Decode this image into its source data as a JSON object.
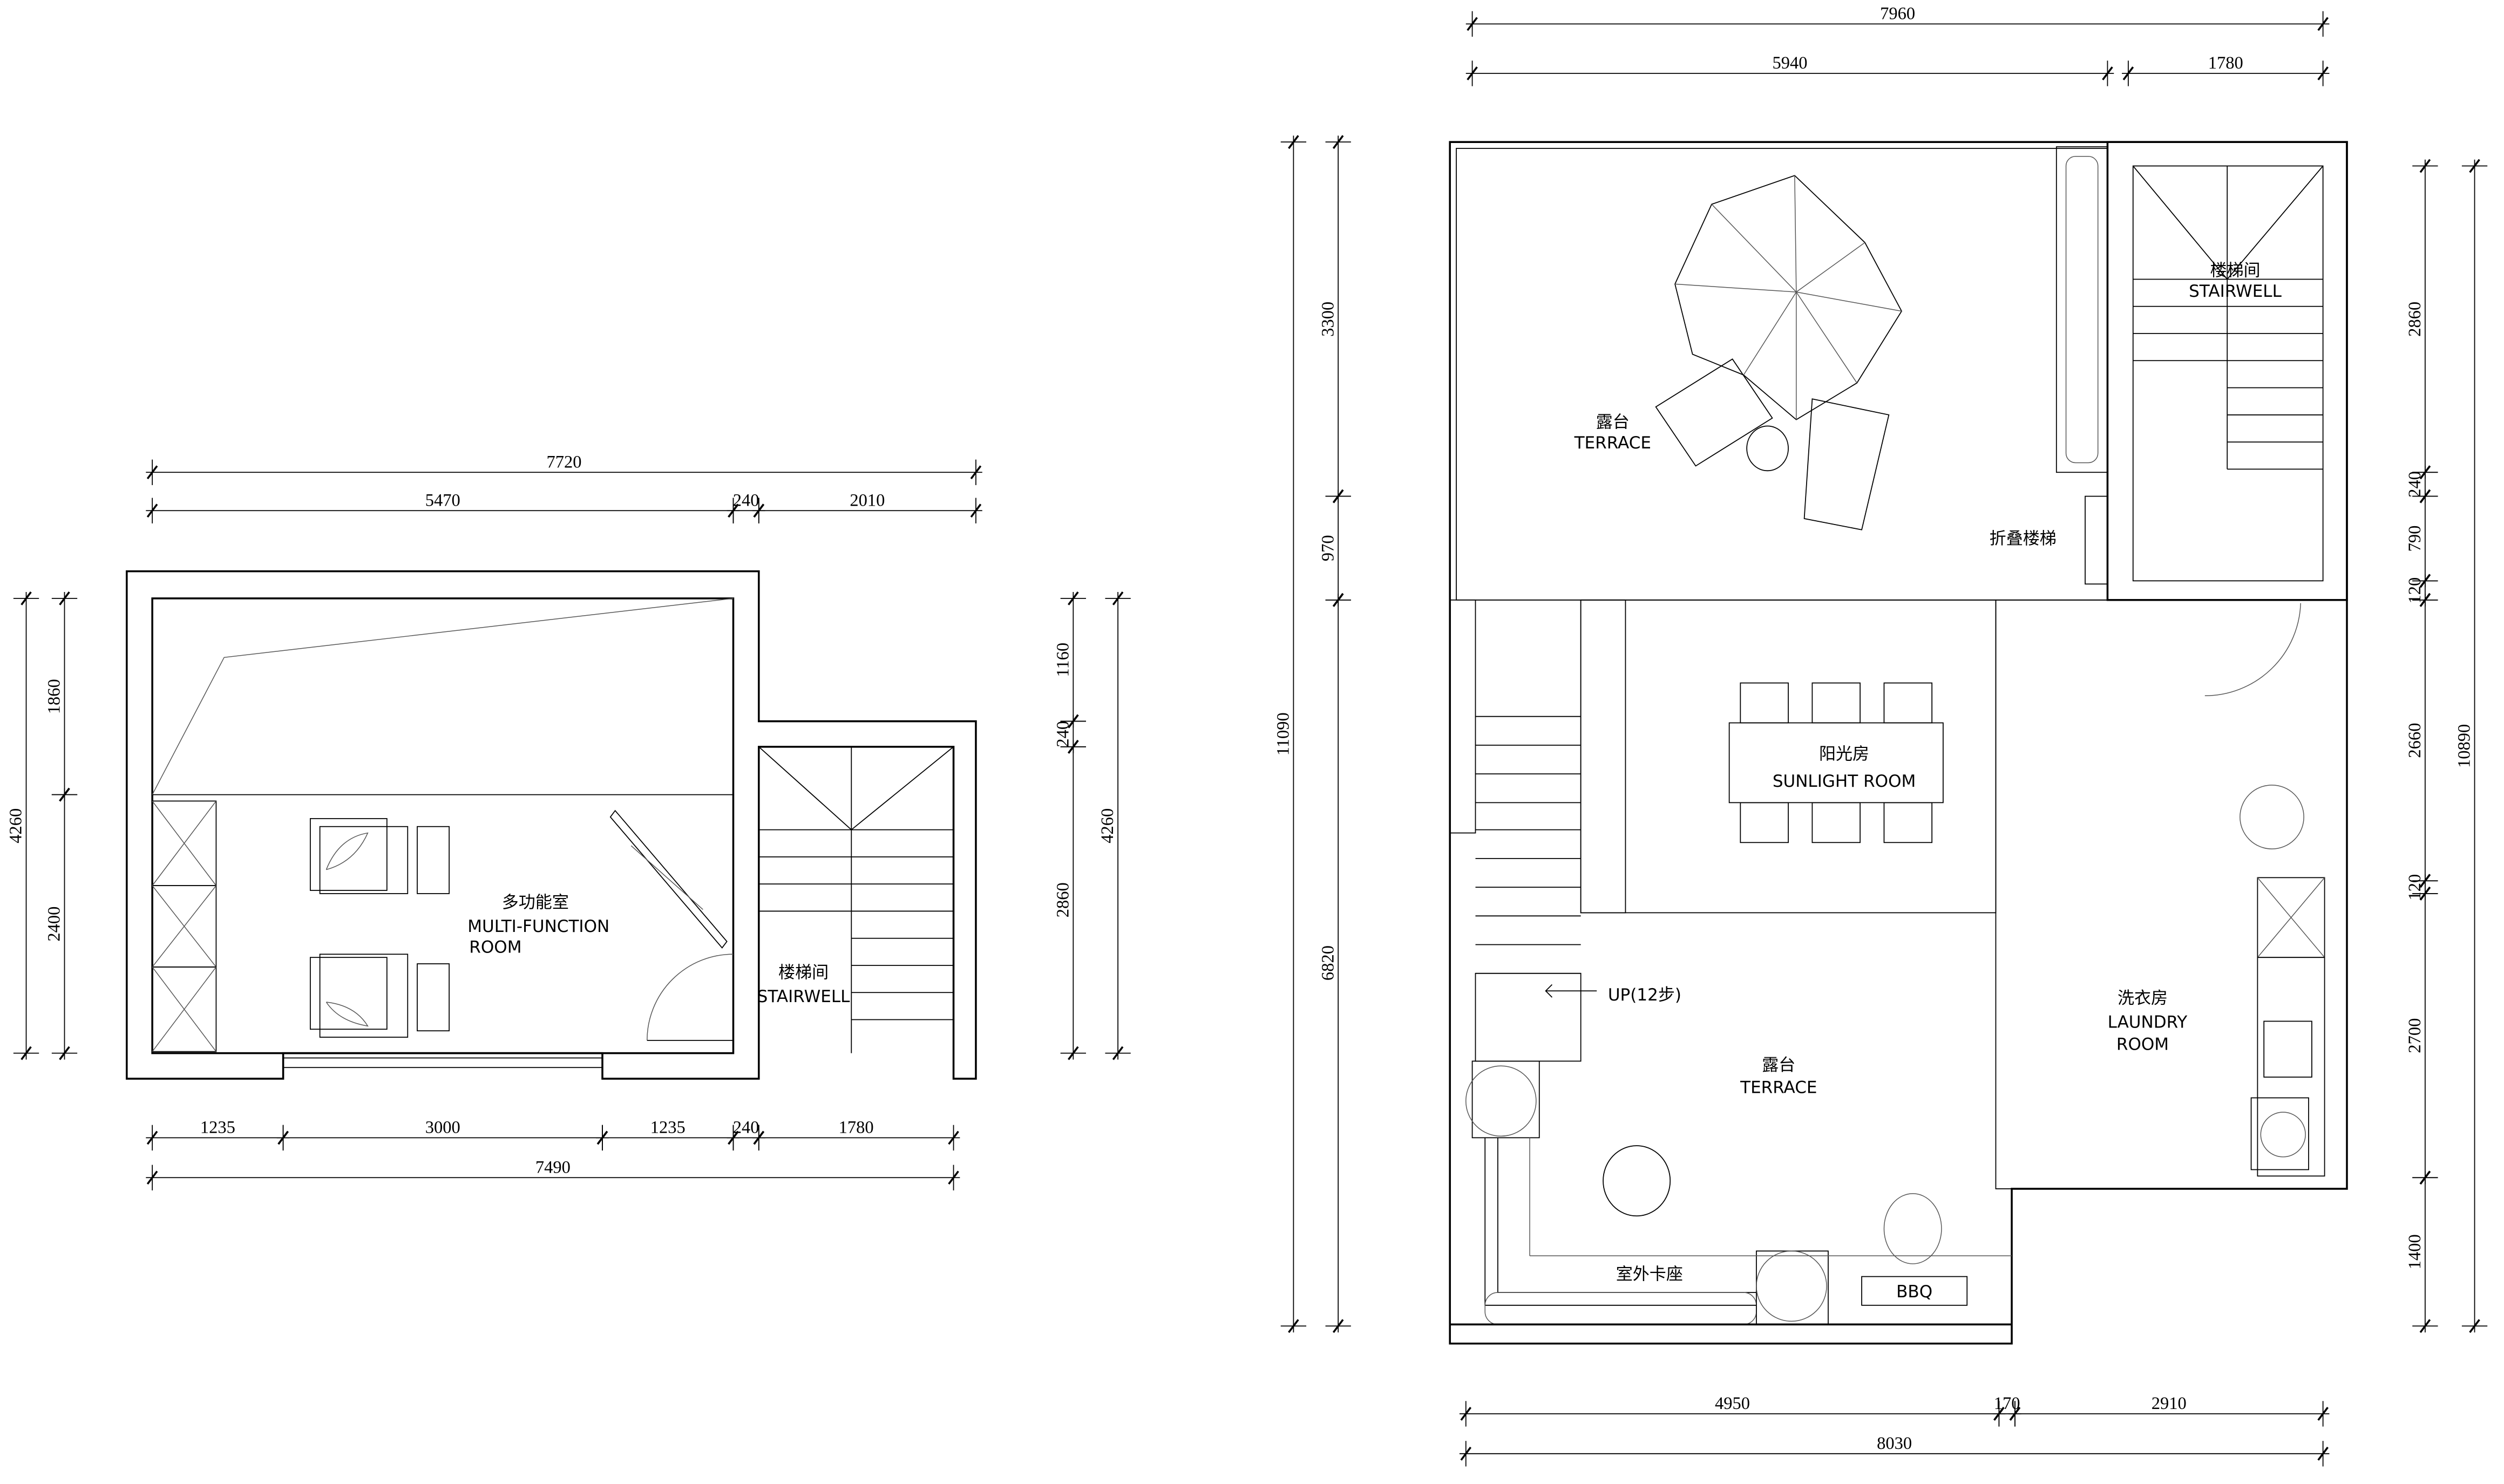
{
  "left_plan": {
    "rooms": {
      "multi_cn": "多功能室",
      "multi_en1": "MULTI-FUNCTION",
      "multi_en2": "ROOM",
      "stair_cn": "楼梯间",
      "stair_en": "STAIRWELL"
    },
    "dims": {
      "top_total": "7720",
      "top_a": "5470",
      "top_b": "240",
      "top_c": "2010",
      "bot_a": "1235",
      "bot_b": "3000",
      "bot_c": "1235",
      "bot_d": "240",
      "bot_e": "1780",
      "bot_total": "7490",
      "left_total": "4260",
      "left_a": "1860",
      "left_b": "2400",
      "right_a": "1160",
      "right_b": "240",
      "right_c": "2860",
      "right_total": "4260"
    }
  },
  "right_plan": {
    "rooms": {
      "terrace_top_cn": "露台",
      "terrace_top_en": "TERRACE",
      "stair_cn": "楼梯间",
      "stair_en": "STAIRWELL",
      "folding_stair": "折叠楼梯",
      "sunlight_cn": "阳光房",
      "sunlight_en": "SUNLIGHT ROOM",
      "laundry_cn": "洗衣房",
      "laundry_en1": "LAUNDRY",
      "laundry_en2": "ROOM",
      "terrace_cn": "露台",
      "terrace_en": "TERRACE",
      "up": "UP(12步)",
      "seating": "室外卡座",
      "bbq": "BBQ"
    },
    "dims": {
      "top_total": "7960",
      "top_a": "5940",
      "top_b": "1780",
      "left_total": "11090",
      "left_a": "3300",
      "left_b": "970",
      "left_c": "6820",
      "right_a": "2860",
      "right_b": "240",
      "right_c": "790",
      "right_d": "120",
      "right_e": "2660",
      "right_f": "120",
      "right_g": "2700",
      "right_h": "1400",
      "right_total": "10890",
      "bot_a": "4950",
      "bot_b": "170",
      "bot_c": "2910",
      "bot_total": "8030"
    }
  }
}
